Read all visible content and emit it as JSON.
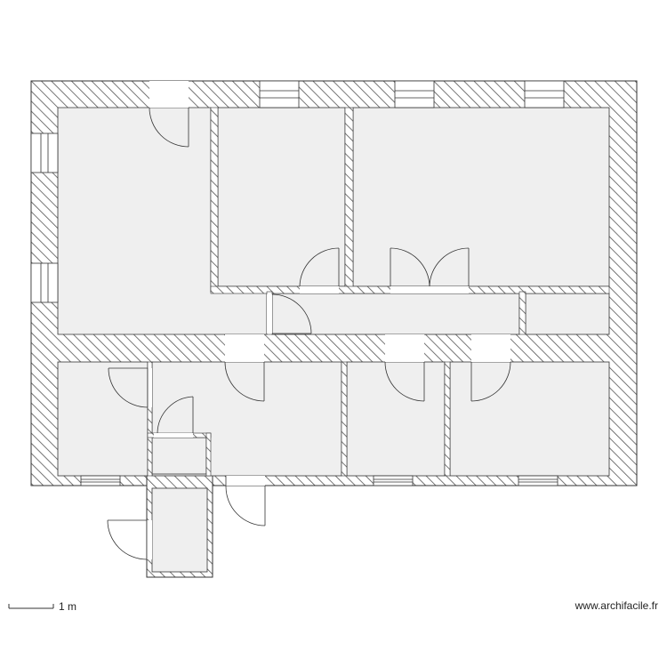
{
  "plan": {
    "scale_label": "1 m",
    "site": "www.archifacile.fr",
    "colors": {
      "wall_stroke": "#333333",
      "hatch": "#555555",
      "room_fill": "#efefef",
      "background": "#ffffff"
    },
    "rooms": [
      "room-1",
      "room-2",
      "room-3",
      "room-4",
      "room-5",
      "room-6",
      "room-7",
      "room-8",
      "room-9",
      "room-10",
      "room-11"
    ],
    "doors_count": 12,
    "windows_count": 8
  }
}
